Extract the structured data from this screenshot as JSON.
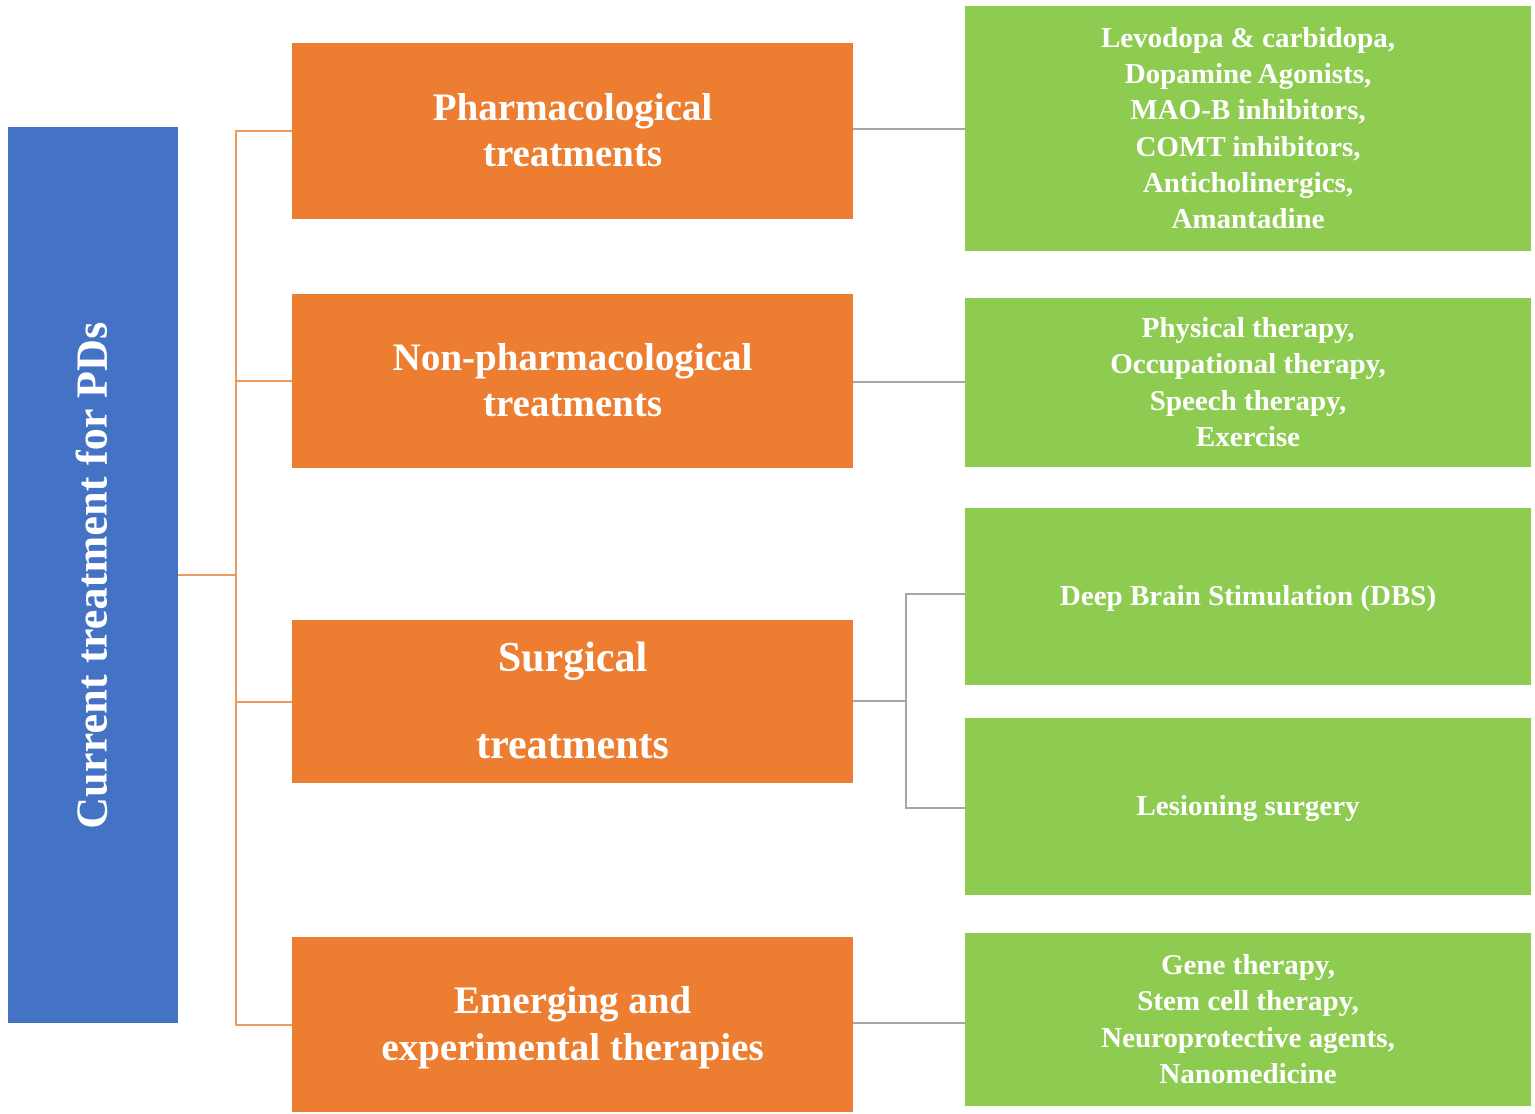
{
  "diagram": {
    "title": "Current treatment for PDs",
    "colors": {
      "root": "#4472C4",
      "category": "#ED7D31",
      "detail": "#8DCB51",
      "connector_orange": "#ED9A5E",
      "connector_gray": "#A6A6A6",
      "text": "#FFFFFF",
      "background": "#FFFFFF"
    },
    "root": {
      "label": "Current treatment for PDs"
    },
    "categories": [
      {
        "id": "pharmacological",
        "label": "Pharmacological\ntreatments",
        "line1": "Pharmacological",
        "line2": "treatments"
      },
      {
        "id": "non-pharmacological",
        "label": "Non-pharmacological\ntreatments",
        "line1": "Non-pharmacological",
        "line2": "treatments"
      },
      {
        "id": "surgical",
        "label": "Surgical\ntreatments",
        "line1": "Surgical",
        "line2": "treatments"
      },
      {
        "id": "emerging",
        "label": "Emerging and\nexperimental therapies",
        "line1": "Emerging and",
        "line2": "experimental therapies"
      }
    ],
    "details": [
      {
        "id": "pharmacological-details",
        "parent": "pharmacological",
        "items": [
          "Levodopa & carbidopa,",
          "Dopamine Agonists,",
          "MAO-B inhibitors,",
          "COMT inhibitors,",
          "Anticholinergics,",
          "Amantadine"
        ]
      },
      {
        "id": "non-pharmacological-details",
        "parent": "non-pharmacological",
        "items": [
          "Physical therapy,",
          "Occupational therapy,",
          "Speech therapy,",
          "Exercise"
        ]
      },
      {
        "id": "surgical-dbs",
        "parent": "surgical",
        "items": [
          "Deep Brain Stimulation (DBS)"
        ]
      },
      {
        "id": "surgical-lesioning",
        "parent": "surgical",
        "items": [
          "Lesioning surgery"
        ]
      },
      {
        "id": "emerging-details",
        "parent": "emerging",
        "items": [
          "Gene therapy,",
          "Stem cell therapy,",
          "Neuroprotective agents,",
          "Nanomedicine"
        ]
      }
    ]
  }
}
